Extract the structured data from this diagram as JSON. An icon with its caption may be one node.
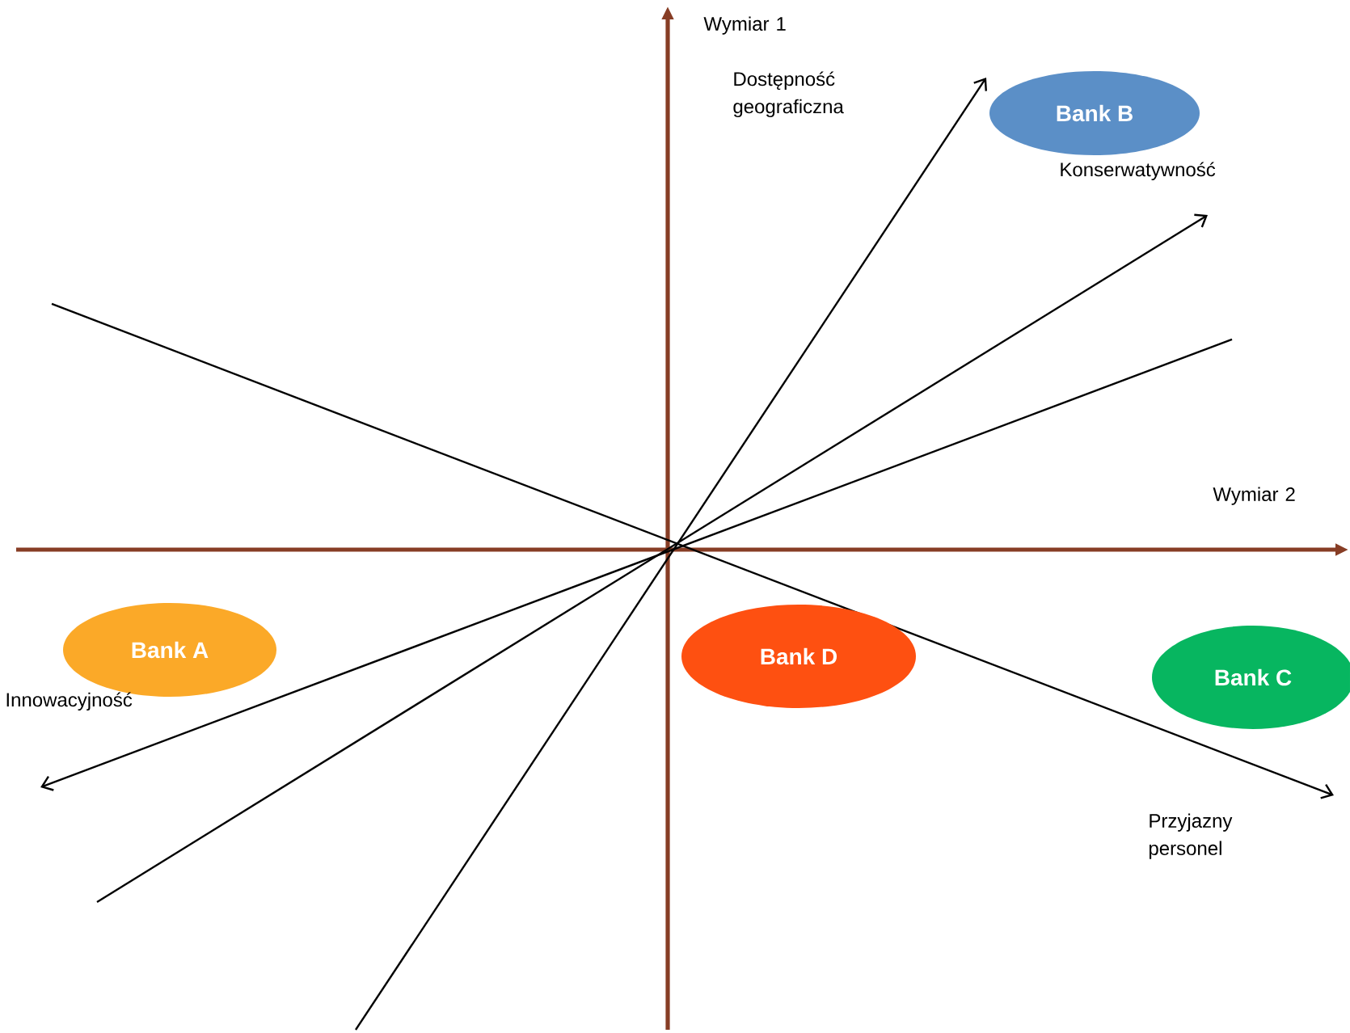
{
  "diagram": {
    "nodes": [
      {
        "text": [
          "Bank B"
        ]
      },
      {
        "text": [
          "Bank A"
        ]
      },
      {
        "text": [
          "Bank D"
        ]
      },
      {
        "text": [
          "Bank C"
        ]
      }
    ],
    "labels": [
      "Wymiar 1",
      "Dostępność geograficzna",
      "Konserwatywność",
      "Wymiar 2",
      "Innowacyjność",
      "Przyjazny personel"
    ]
  }
}
